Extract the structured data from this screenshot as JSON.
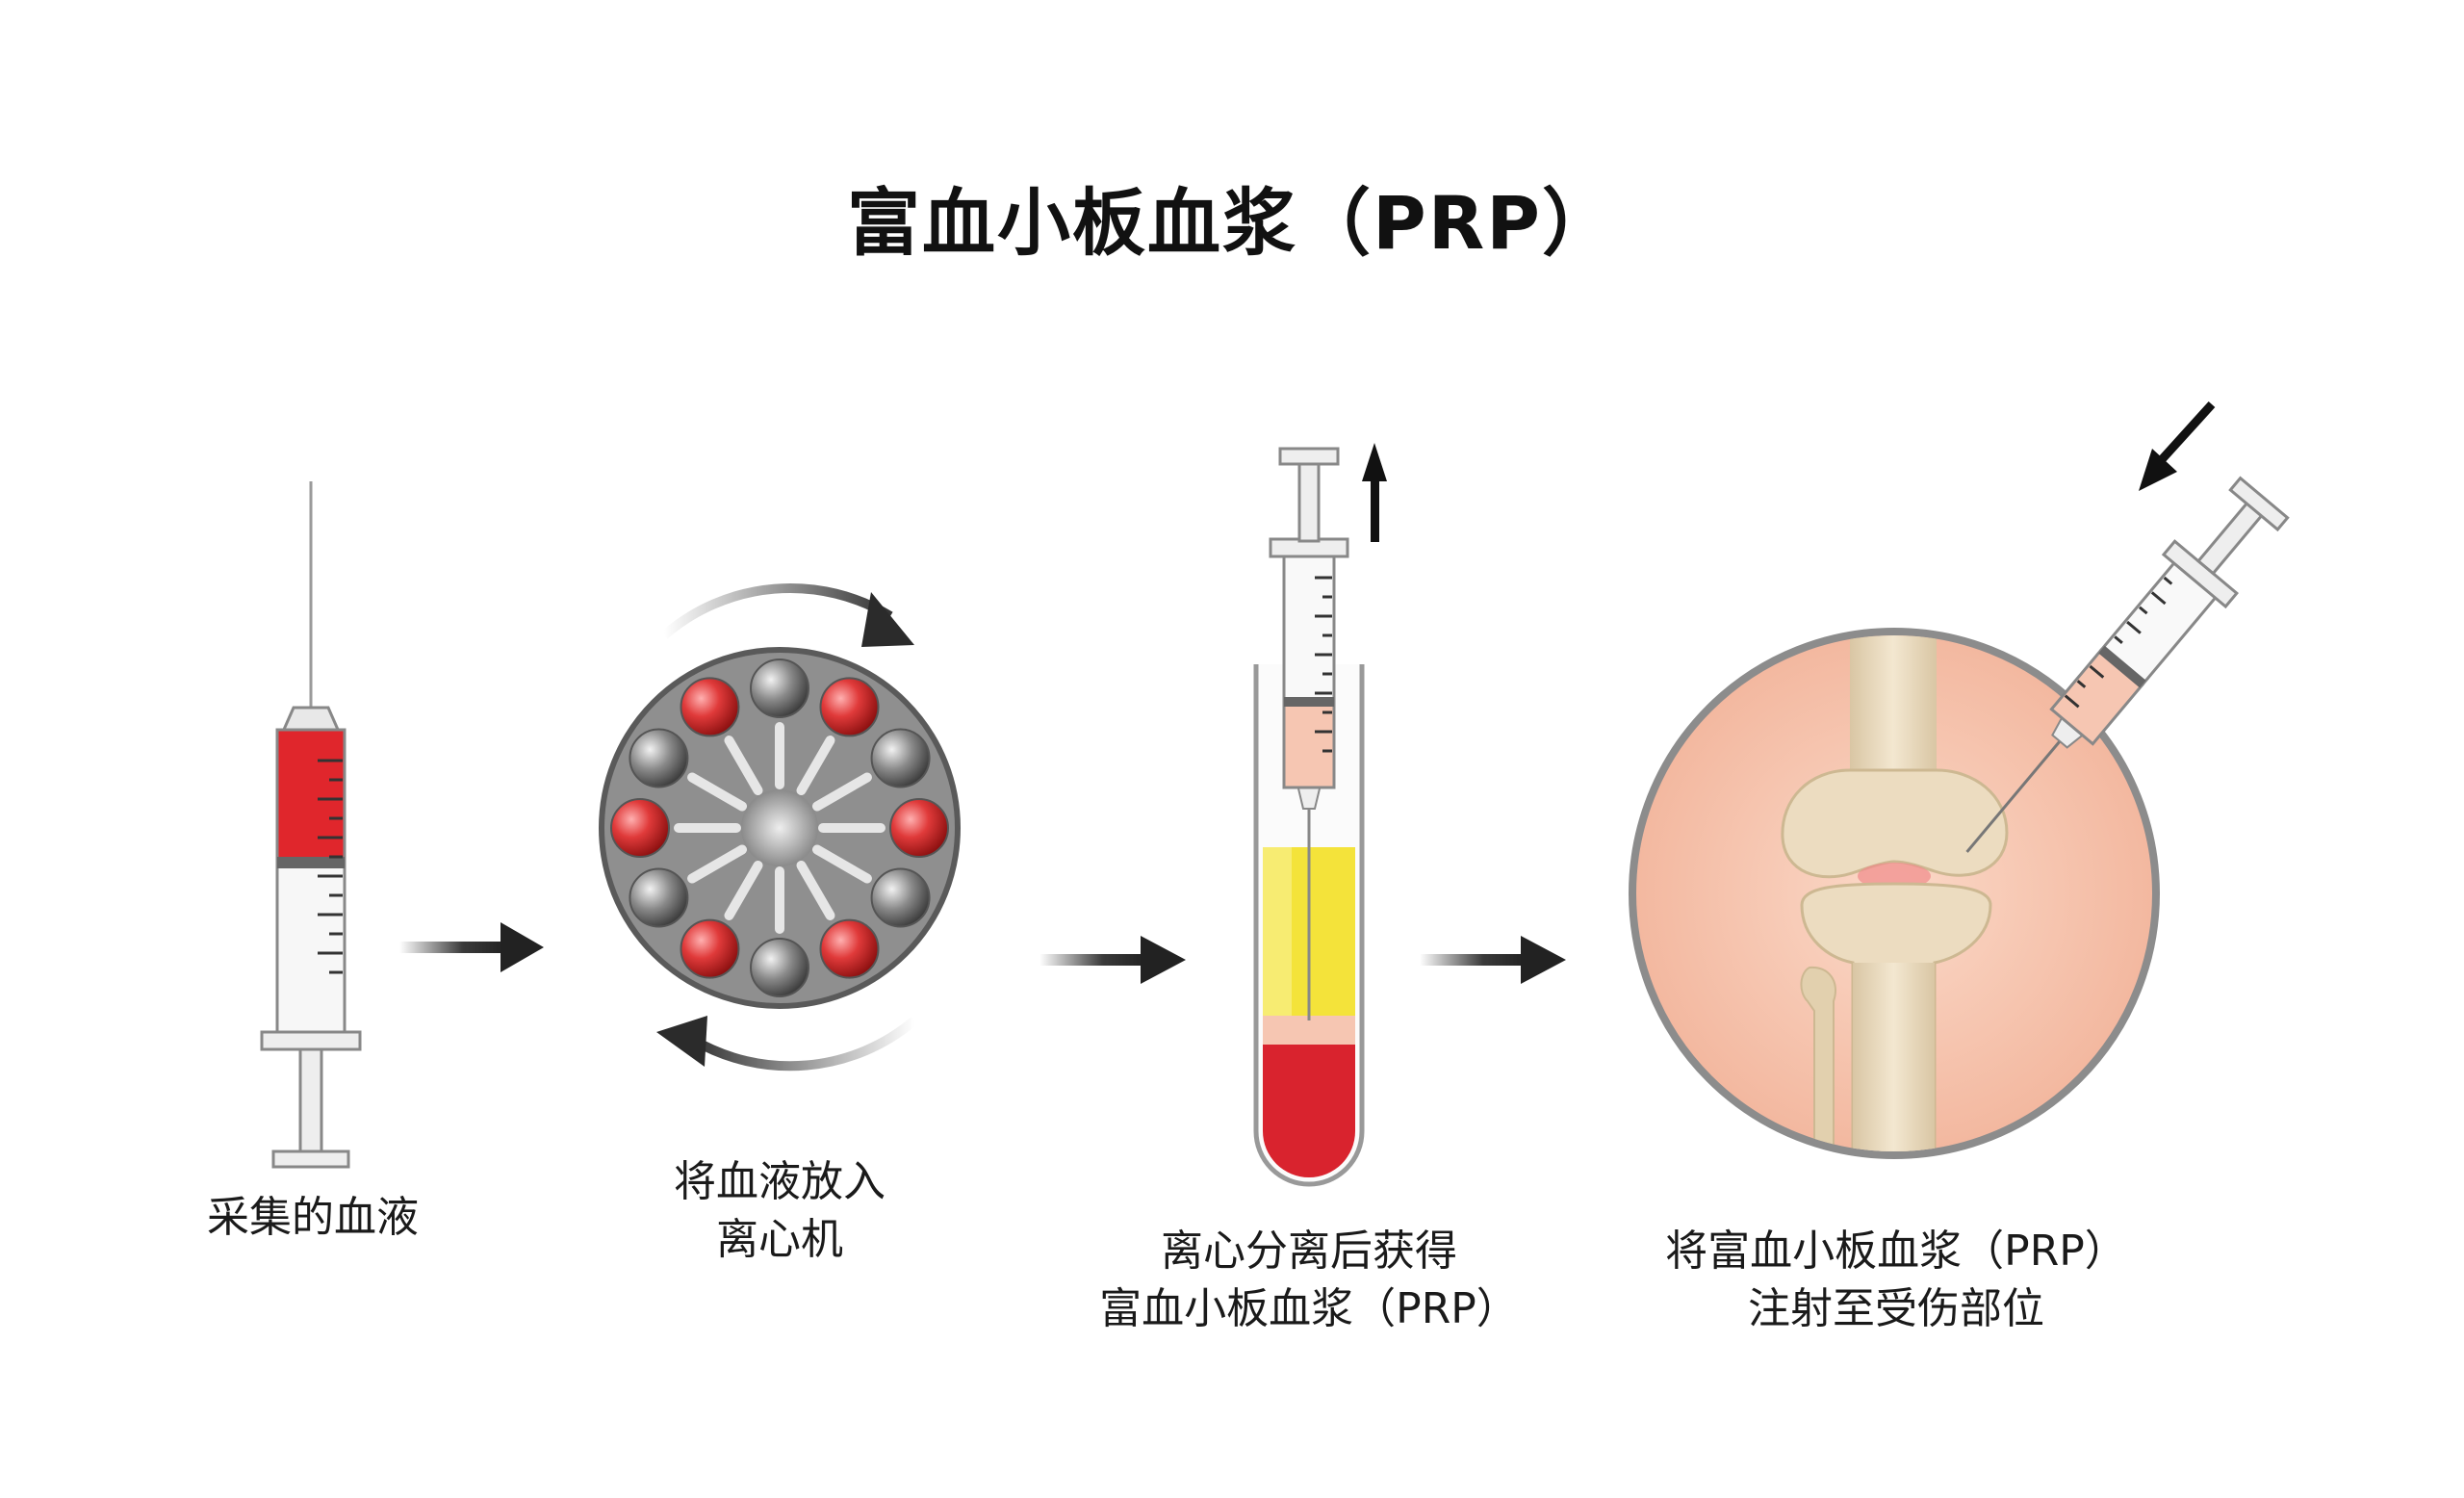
{
  "title": "富血小板血浆（PRP）",
  "steps": [
    {
      "lines": [
        "采集的血液"
      ]
    },
    {
      "lines": [
        "将血液放入",
        "离心机"
      ]
    },
    {
      "lines": [
        "离心分离后获得",
        "富血小板血浆（PRP）"
      ]
    },
    {
      "lines": [
        "将富血小板血浆（PRP）",
        "注射至受伤部位"
      ]
    }
  ],
  "colors": {
    "blood": "#d9232e",
    "plasma": "#f4e33a",
    "prp": "#f6c6b2",
    "skin": "#f7c7b1",
    "bone": "#ecdcc0",
    "centrifuge": "#8e8e8e",
    "arrow": "#2b2b2b"
  },
  "icons": [
    "syringe-icon",
    "centrifuge-icon",
    "test-tube-icon",
    "knee-joint-icon",
    "arrow-right-icon",
    "rotate-arrow-icon",
    "arrow-up-icon",
    "arrow-down-left-icon"
  ]
}
